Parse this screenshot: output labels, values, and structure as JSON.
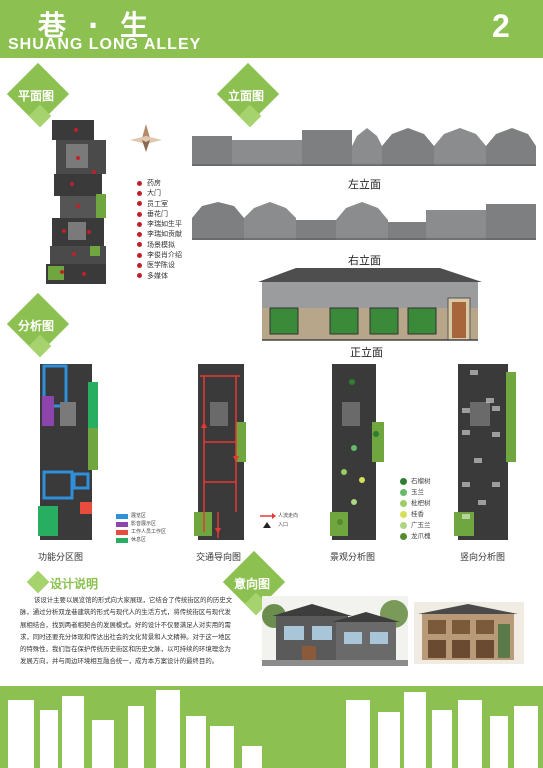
{
  "header": {
    "title_cn": "巷 · 生",
    "title_en": "SHUANG LONG ALLEY",
    "page_number": "2"
  },
  "sections": {
    "plan": "平面图",
    "elevation": "立面图",
    "analysis": "分析图",
    "perspective": "意向图",
    "description": "设计说明"
  },
  "plan_legend": [
    "药房",
    "大门",
    "员工室",
    "垂花门",
    "李瑞如生平",
    "李瑞如贡献",
    "场景模拟",
    "李俊肖介绍",
    "医学陈设",
    "多媒体"
  ],
  "elevations": {
    "left": "左立面",
    "right": "右立面",
    "front": "正立面"
  },
  "analysis": {
    "function": {
      "caption": "功能分区图",
      "legend": [
        {
          "label": "展览区",
          "color": "#2f8fd8"
        },
        {
          "label": "影音展示区",
          "color": "#8e44ad"
        },
        {
          "label": "工作人员工作区",
          "color": "#e74c3c"
        },
        {
          "label": "休息区",
          "color": "#27ae60"
        }
      ]
    },
    "traffic": {
      "caption": "交通导向图",
      "legend": [
        "人流走向",
        "入口"
      ]
    },
    "landscape": {
      "caption": "景观分析图",
      "legend": [
        {
          "label": "石榴树",
          "color": "#2e7d32"
        },
        {
          "label": "玉兰",
          "color": "#66bb6a"
        },
        {
          "label": "枇杷树",
          "color": "#9ccc65"
        },
        {
          "label": "桂香",
          "color": "#d4e157"
        },
        {
          "label": "广玉兰",
          "color": "#aed581"
        },
        {
          "label": "龙爪槐",
          "color": "#558b2f"
        }
      ]
    },
    "vertical": {
      "caption": "竖向分析图"
    }
  },
  "description": {
    "body": "该设计主要以展览馆的形式向大家展现，它结合了传统街区的的历史文脉，通过分析双龙巷建筑的形式与现代人的生活方式，将传统街区与现代发展相结合，找到两者相契合的发展模式。好的设计不仅要满足人对实用的需求，同时还要充分体现和传达出社会的文化背景和人文精神。对于这一地区的特殊性，我们旨在保护传统历史街区和历史文脉，以可持续的环境理念为发展方向，并与周边环境相互融合统一，成为本方案设计的最终目的。"
  },
  "colors": {
    "accent_green": "#8cc152",
    "legend_red": "#c0202a",
    "building_dark": "#3a3a3a",
    "elevation_gray": "#7d7f80"
  }
}
